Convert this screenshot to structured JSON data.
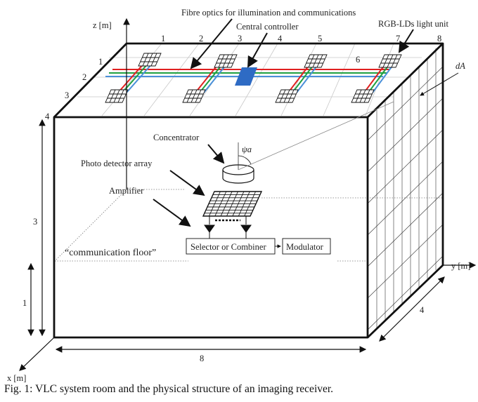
{
  "labels": {
    "z_axis": "z [m]",
    "y_axis": "y [m]",
    "x_axis": "x [m]",
    "fibre": "Fibre optics for illumination and communications",
    "central_controller": "Central controller",
    "rgb_unit": "RGB-LDs light unit",
    "dA": "dA",
    "concentrator": "Concentrator",
    "psi_a": "ψa",
    "photo_detector": "Photo detector array",
    "amplifier": "Amplifier",
    "selector": "Selector or Combiner",
    "modulator": "Modulator",
    "comm_floor": "“communication floor”",
    "dim_height": "3",
    "dim_floor": "1",
    "dim_length": "8",
    "dim_width": "4",
    "corner_4": "4",
    "corner_8": "8"
  },
  "grid": {
    "y_ticks": [
      "1",
      "2",
      "3",
      "4",
      "5",
      "6",
      "7"
    ],
    "x_ticks": [
      "1",
      "2",
      "3"
    ]
  },
  "colors": {
    "fibre_red": "#e02020",
    "fibre_green": "#20a040",
    "fibre_blue": "#4a90d9",
    "controller": "#2e6bc4"
  },
  "caption": "Fig. 1: VLC system room and the physical structure of an imaging receiver."
}
